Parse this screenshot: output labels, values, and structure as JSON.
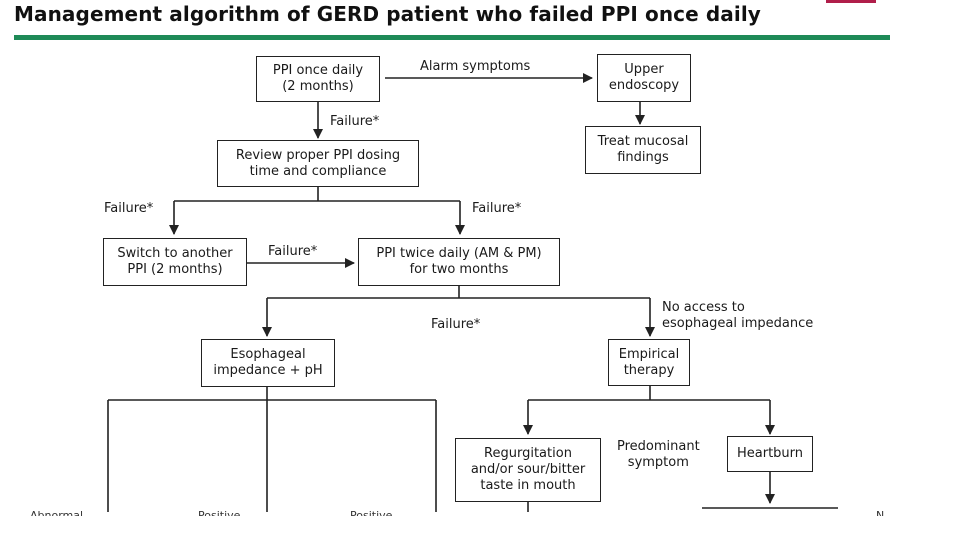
{
  "title": "Management algorithm of GERD patient who failed PPI once daily",
  "colors": {
    "rule": "#1e8a57",
    "accent": "#b01e4a",
    "stroke": "#222222"
  },
  "nodes": {
    "ppi_once": "PPI once daily\n(2 months)",
    "upper_endo": "Upper\nendoscopy",
    "treat_mucosal": "Treat mucosal\nfindings",
    "review": "Review proper PPI dosing\ntime and compliance",
    "switch": "Switch to another\nPPI (2 months)",
    "ppi_twice": "PPI twice daily (AM & PM)\nfor two months",
    "impedance": "Esophageal\nimpedance + pH",
    "empirical": "Empirical\ntherapy",
    "regurg": "Regurgitation\nand/or sour/bitter\ntaste in mouth",
    "heartburn": "Heartburn"
  },
  "labels": {
    "alarm": "Alarm symptoms",
    "failure_1": "Failure*",
    "failure_left": "Failure*",
    "failure_right": "Failure*",
    "failure_mid": "Failure*",
    "failure_low": "Failure*",
    "no_access": "No access to\nesophageal impedance",
    "predominant": "Predominant\nsymptom",
    "cut_1": "Abnormal",
    "cut_2": "Positive",
    "cut_3": "Positive",
    "cut_4": "N"
  }
}
